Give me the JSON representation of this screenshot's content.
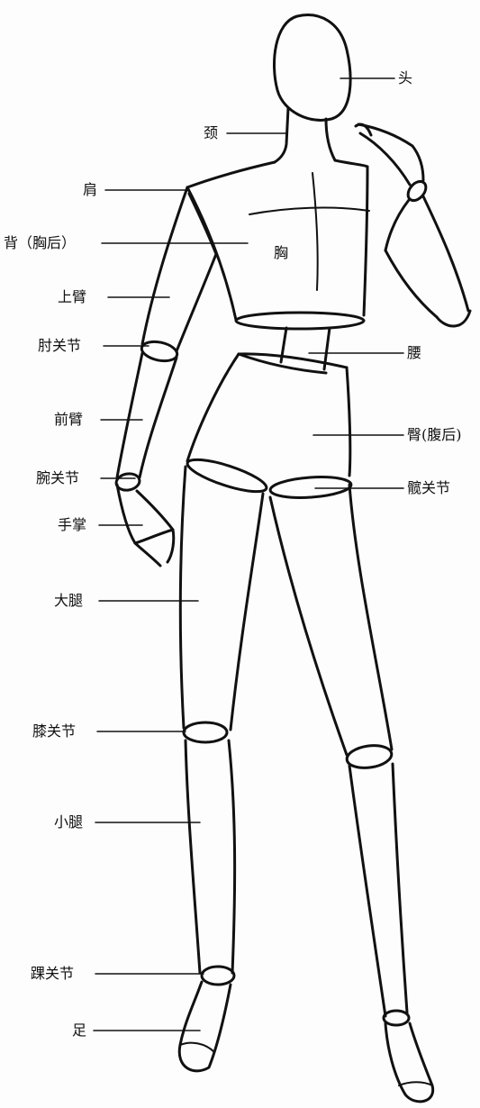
{
  "labels": {
    "head": "头",
    "neck": "颈",
    "shoulder": "肩",
    "back": "背（胸后）",
    "chest": "胸",
    "upper_arm": "上臂",
    "elbow_joint": "肘关节",
    "waist": "腰",
    "forearm": "前臂",
    "hip": "臀(腹后)",
    "wrist_joint": "腕关节",
    "hip_joint": "髋关节",
    "palm": "手掌",
    "thigh": "大腿",
    "knee_joint": "膝关节",
    "calf": "小腿",
    "ankle_joint": "踝关节",
    "foot": "足"
  }
}
